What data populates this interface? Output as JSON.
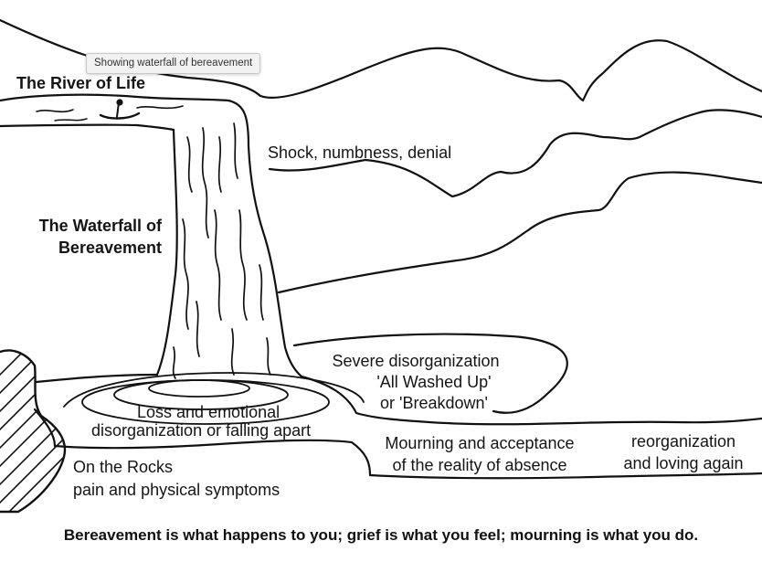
{
  "tooltip": "Showing waterfall of bereavement",
  "labels": {
    "river": "The River of Life",
    "waterfall_line1": "The Waterfall of",
    "waterfall_line2": "Bereavement",
    "shock": "Shock, numbness, denial",
    "severe_line1": "Severe disorganization",
    "severe_line2": "'All Washed Up'",
    "severe_line3": "or 'Breakdown'",
    "loss_line1": "Loss and emotional",
    "loss_line2": "disorganization or falling apart",
    "mourning_line1": "Mourning and acceptance",
    "mourning_line2": "of the reality of absence",
    "reorg_line1": "reorganization",
    "reorg_line2": "and loving again",
    "rocks_line1": "On the Rocks",
    "rocks_line2": "pain and physical symptoms"
  },
  "footer": "Bereavement is what happens to you; grief is what you feel; mourning is what you do."
}
